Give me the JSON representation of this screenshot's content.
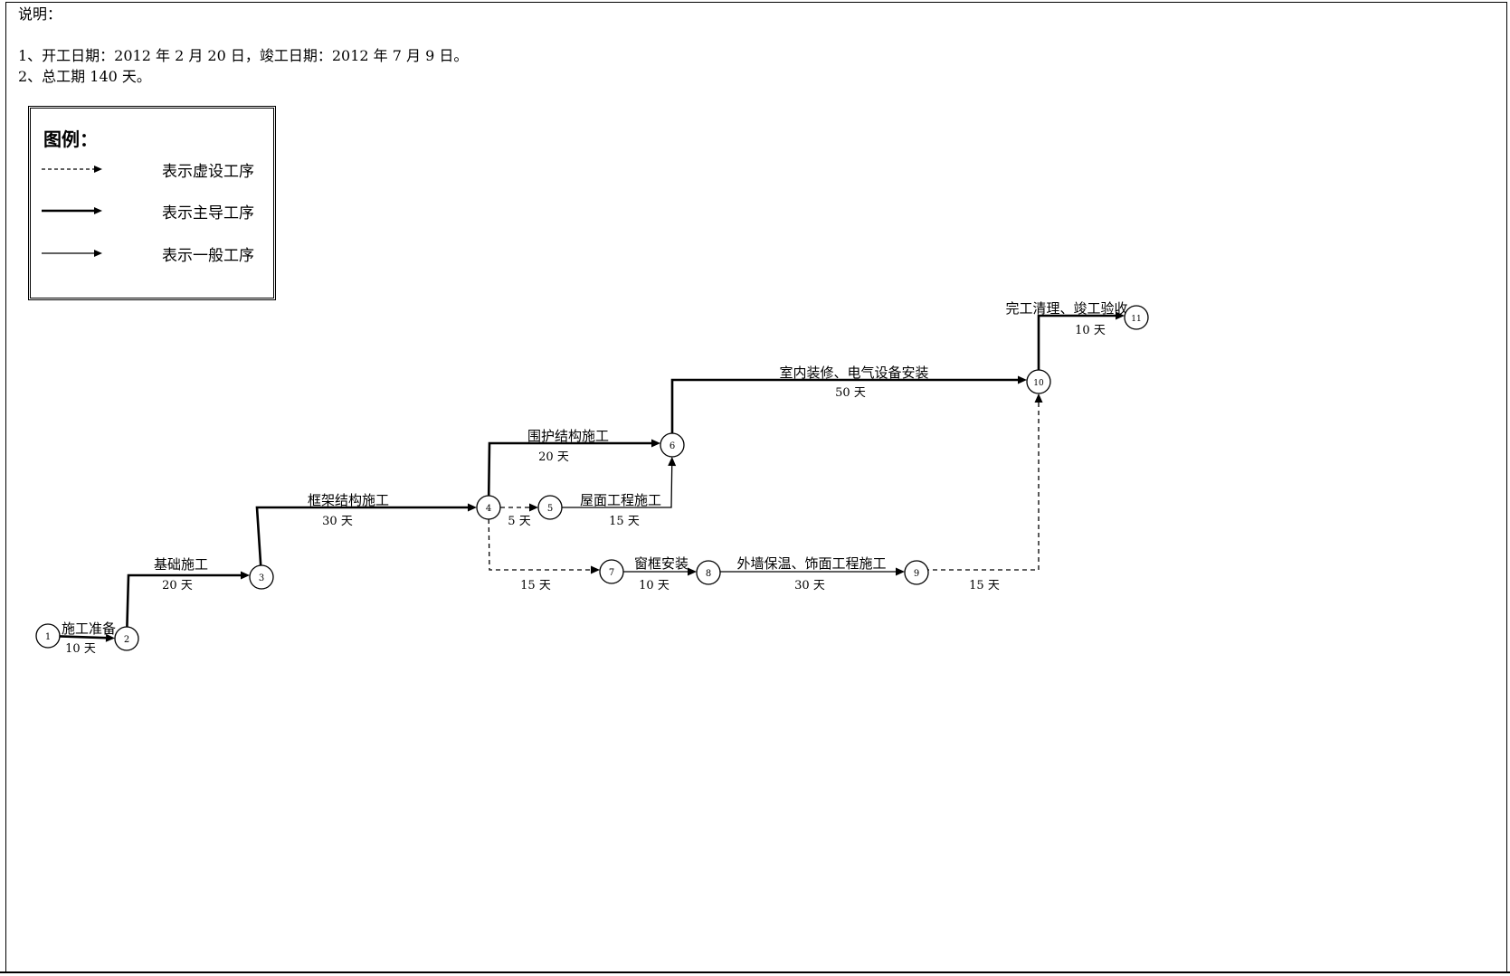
{
  "notes": {
    "heading": "说明：",
    "line1": "1、开工日期：2012 年 2 月 20 日，竣工日期：2012 年 7 月 9 日。",
    "line2": "2、总工期  140 天。"
  },
  "legend": {
    "title": "图例：",
    "items": [
      {
        "style": "dashed",
        "label": "表示虚设工序"
      },
      {
        "style": "bold",
        "label": "表示主导工序"
      },
      {
        "style": "thin",
        "label": "表示一般工序"
      }
    ]
  },
  "network": {
    "nodes": [
      {
        "id": "1"
      },
      {
        "id": "2"
      },
      {
        "id": "3"
      },
      {
        "id": "4"
      },
      {
        "id": "5"
      },
      {
        "id": "6"
      },
      {
        "id": "7"
      },
      {
        "id": "8"
      },
      {
        "id": "9"
      },
      {
        "id": "10"
      },
      {
        "id": "11"
      }
    ],
    "activities": [
      {
        "from": "1",
        "to": "2",
        "name": "施工准备",
        "duration": "10 天",
        "style": "bold"
      },
      {
        "from": "2",
        "to": "3",
        "name": "基础施工",
        "duration": "20 天",
        "style": "bold"
      },
      {
        "from": "3",
        "to": "4",
        "name": "框架结构施工",
        "duration": "30 天",
        "style": "bold"
      },
      {
        "from": "4",
        "to": "5",
        "name": "",
        "duration": "5 天",
        "style": "dashed"
      },
      {
        "from": "4",
        "to": "6",
        "name": "围护结构施工",
        "duration": "20 天",
        "style": "bold"
      },
      {
        "from": "5",
        "to": "6",
        "name": "屋面工程施工",
        "duration": "15 天",
        "style": "thin"
      },
      {
        "from": "4",
        "to": "7",
        "name": "",
        "duration": "15 天",
        "style": "dashed"
      },
      {
        "from": "7",
        "to": "8",
        "name": "窗框安装",
        "duration": "10 天",
        "style": "thin"
      },
      {
        "from": "8",
        "to": "9",
        "name": "外墙保温、饰面工程施工",
        "duration": "30 天",
        "style": "thin"
      },
      {
        "from": "9",
        "to": "10",
        "name": "",
        "duration": "15 天",
        "style": "dashed"
      },
      {
        "from": "6",
        "to": "10",
        "name": "室内装修、电气设备安装",
        "duration": "50 天",
        "style": "bold"
      },
      {
        "from": "10",
        "to": "11",
        "name": "完工清理、竣工验收",
        "duration": "10 天",
        "style": "bold"
      }
    ]
  }
}
